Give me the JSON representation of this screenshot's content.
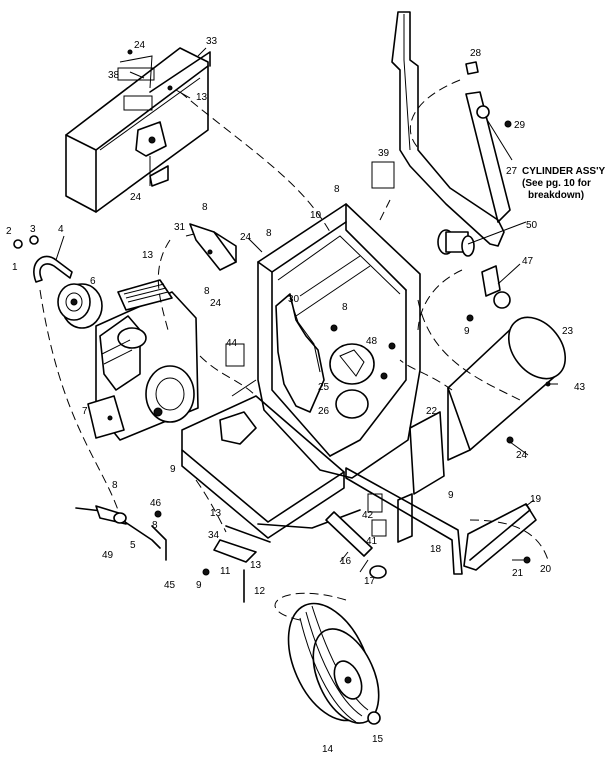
{
  "callouts": {
    "c1": "1",
    "c2": "2",
    "c3": "3",
    "c4": "4",
    "c5": "5",
    "c6": "6",
    "c7": "7",
    "c8a": "8",
    "c8b": "8",
    "c8c": "8",
    "c8d": "8",
    "c8e": "8",
    "c8f": "8",
    "c8g": "8",
    "c9a": "9",
    "c9b": "9",
    "c9c": "9",
    "c9d": "9",
    "c10": "10",
    "c11": "11",
    "c12": "12",
    "c13a": "13",
    "c13b": "13",
    "c13c": "13",
    "c13d": "13",
    "c14": "14",
    "c15": "15",
    "c16": "16",
    "c17": "17",
    "c18": "18",
    "c19": "19",
    "c20": "20",
    "c21": "21",
    "c22": "22",
    "c23": "23",
    "c24a": "24",
    "c24b": "24",
    "c24c": "24",
    "c24d": "24",
    "c24e": "24",
    "c25": "25",
    "c26": "26",
    "c27": "27",
    "c28": "28",
    "c29": "29",
    "c30": "30",
    "c31": "31",
    "c33": "33",
    "c34": "34",
    "c38": "38",
    "c39": "39",
    "c41": "41",
    "c42": "42",
    "c43": "43",
    "c44": "44",
    "c45": "45",
    "c46": "46",
    "c47": "47",
    "c48": "48",
    "c49": "49",
    "c50": "50"
  },
  "note": {
    "line1": "CYLINDER ASS'Y",
    "line2": "(See pg. 10 for",
    "line3": "breakdown)"
  }
}
